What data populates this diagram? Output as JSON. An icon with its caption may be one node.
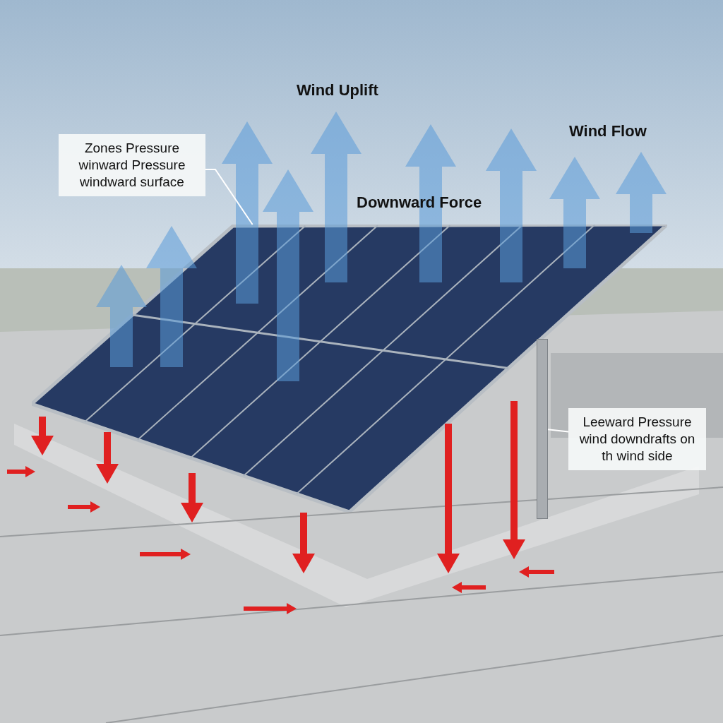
{
  "diagram": {
    "nodes": [
      {
        "text": [
          "Zones Pressure winward Pressure windward surface"
        ]
      },
      {
        "text": [],
        "shape": "picture"
      },
      {
        "text": [
          "Leeward Pressure wind downdrafts on th wind side"
        ]
      },
      {
        "text": [],
        "shape": "bar"
      }
    ],
    "edges": [
      {
        "from": 0,
        "to": 1,
        "arrow": "none"
      },
      {
        "from": 2,
        "to": 3,
        "arrow": "none"
      }
    ],
    "labels": [
      "Wind Uplift",
      "Wind Flow",
      "Downward Force"
    ]
  }
}
